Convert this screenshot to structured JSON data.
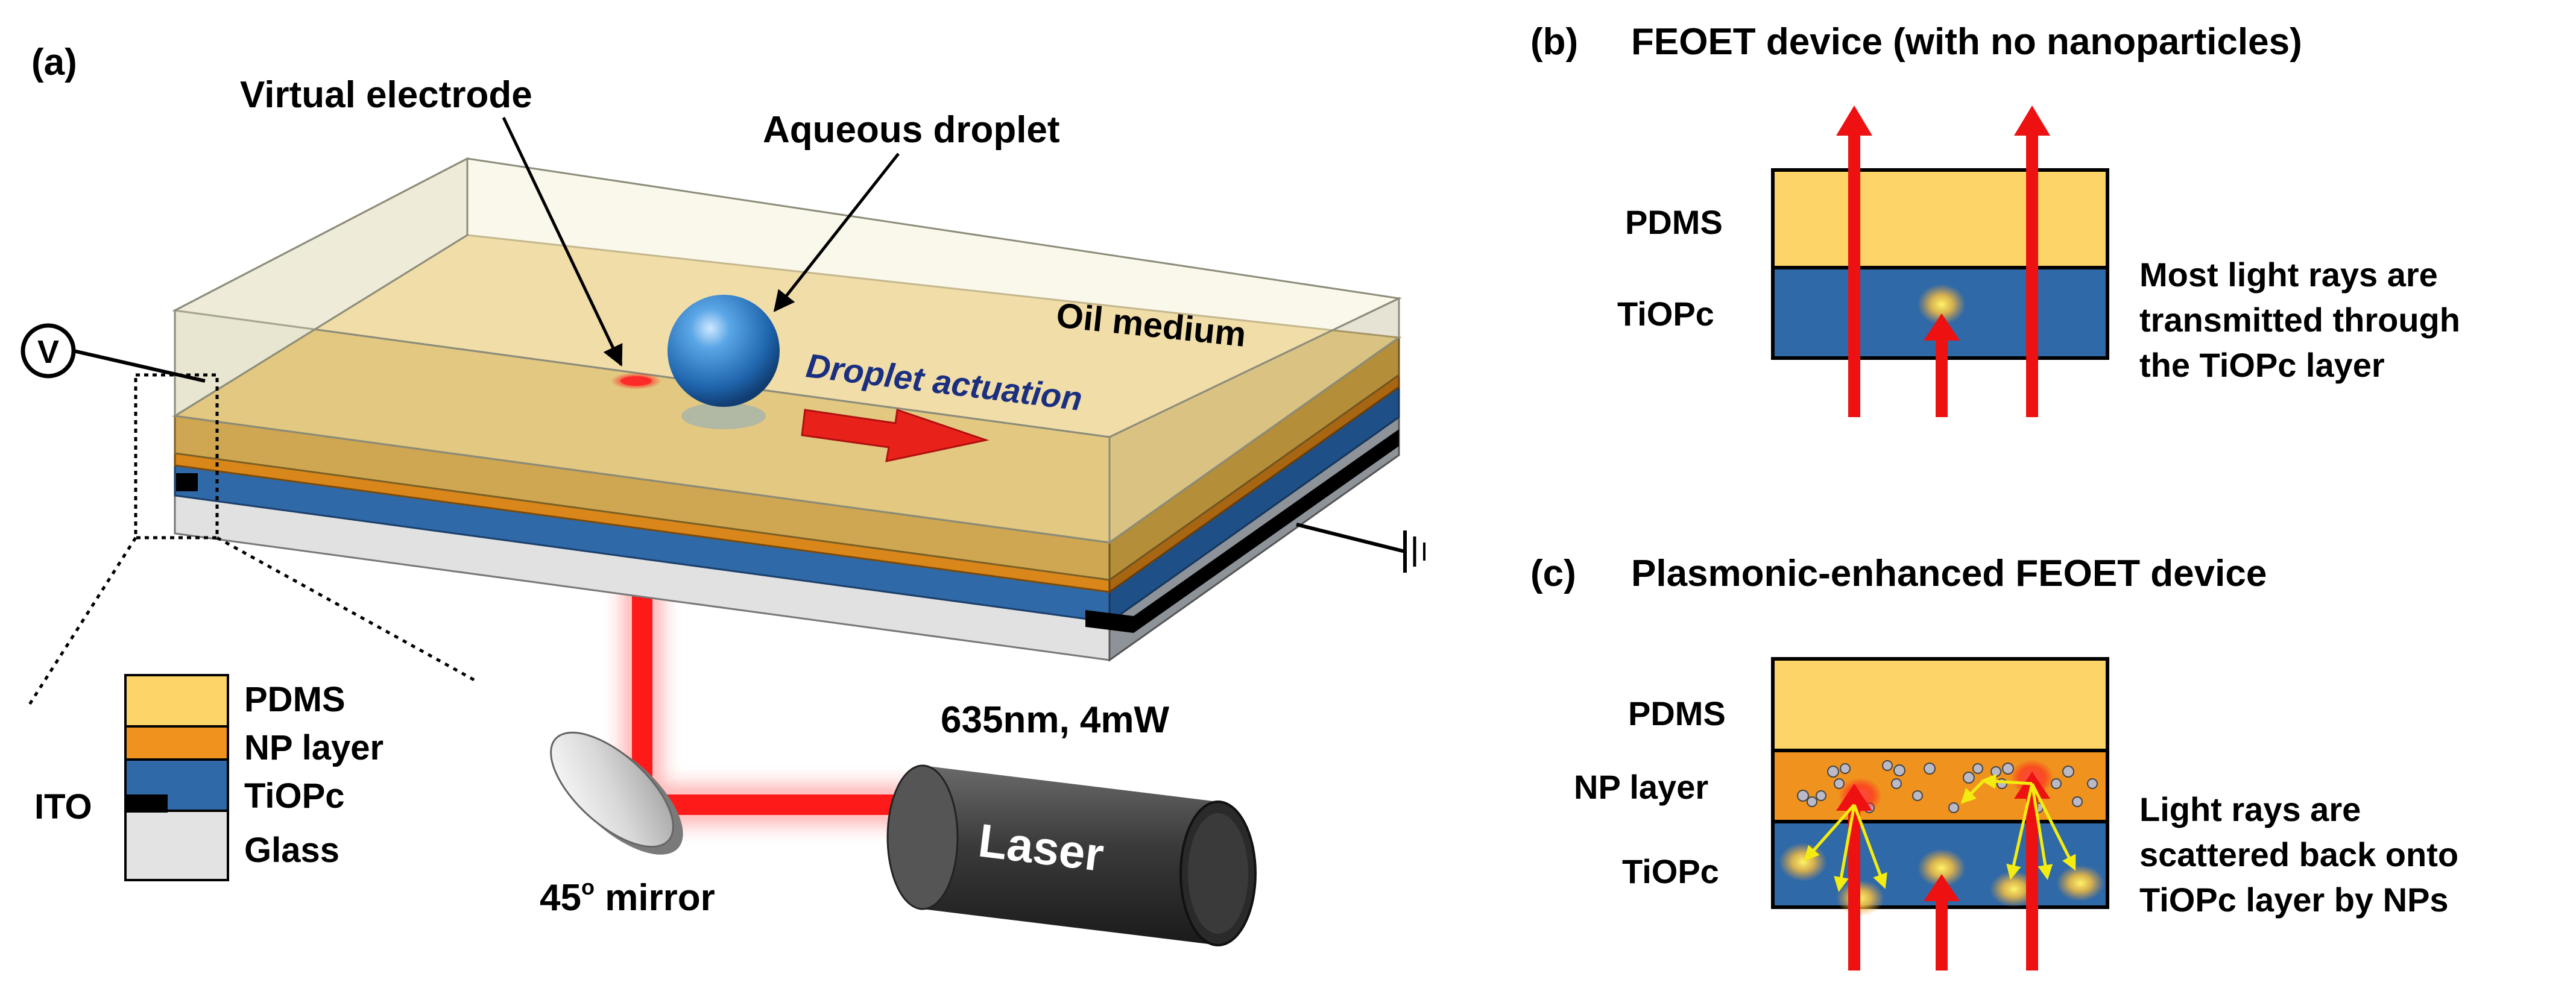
{
  "panel_a": {
    "label": "(a)",
    "virtual_electrode": "Virtual electrode",
    "aqueous_droplet": "Aqueous droplet",
    "oil_medium": "Oil medium",
    "droplet_actuation": "Droplet actuation",
    "voltage_symbol": "V",
    "laser_spec": "635nm, 4mW",
    "laser": "Laser",
    "mirror": "45",
    "mirror_sup": "o",
    "mirror_suffix": " mirror",
    "legend": {
      "pdms": "PDMS",
      "np_layer": "NP layer",
      "tiopc": "TiOPc",
      "glass": "Glass",
      "ito": "ITO"
    }
  },
  "panel_b": {
    "label": "(b)",
    "title": "FEOET device (with no nanoparticles)",
    "pdms": "PDMS",
    "tiopc": "TiOPc",
    "caption": [
      "Most light rays are",
      "transmitted through",
      "the TiOPc layer"
    ]
  },
  "panel_c": {
    "label": "(c)",
    "title": "Plasmonic-enhanced FEOET device",
    "pdms": "PDMS",
    "np_layer": "NP layer",
    "tiopc": "TiOPc",
    "caption": [
      "Light rays are",
      "scattered back onto",
      "TiOPc layer by NPs"
    ]
  },
  "colors": {
    "pdms": "#fcd468",
    "np_layer": "#f0931e",
    "tiopc": "#2f69a8",
    "glass": "#e3e3e3",
    "laser": "#ff2020",
    "arrow": "#ee1111",
    "scatter_arrow": "#f4ec10"
  }
}
